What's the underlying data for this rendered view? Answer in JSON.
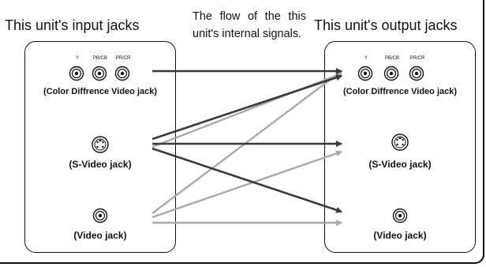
{
  "header": {
    "input_title": "This unit's input jacks",
    "output_title": "This unit's output jacks",
    "flow_text": "The flow of the this unit's internal signals."
  },
  "input_panel": {
    "component_labels": [
      "Y",
      "PB/CB",
      "PR/CR"
    ],
    "component_jack_label": "(Color Diffrence Video jack)",
    "svideo_jack_label": "(S-Video jack)",
    "video_jack_label": "(Video jack)"
  },
  "output_panel": {
    "component_labels": [
      "Y",
      "PB/CB",
      "PR/CR"
    ],
    "component_jack_label": "(Color Diffrence Video jack)",
    "svideo_jack_label": "(S-Video jack)",
    "video_jack_label": "(Video jack)"
  },
  "colors": {
    "dark_arrow": "#3a3a3a",
    "light_arrow": "#a9a9a9",
    "outline": "#111111"
  }
}
